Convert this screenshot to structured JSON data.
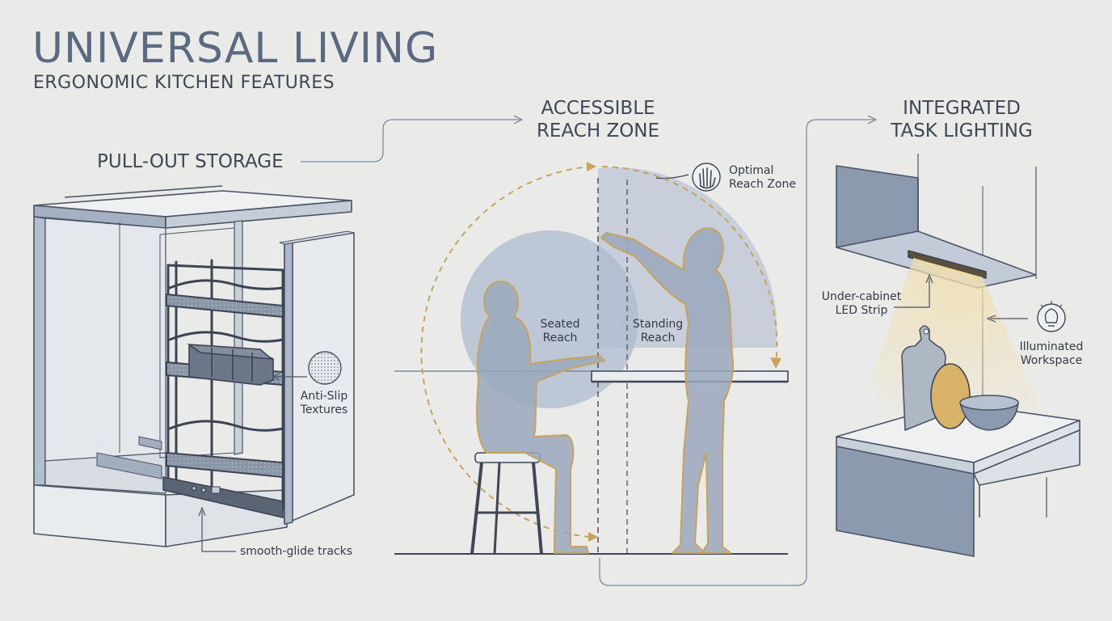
{
  "header": {
    "title": "UNIVERSAL LIVING",
    "subtitle": "ERGONOMIC KITCHEN FEATURES"
  },
  "sections": {
    "pull_out": {
      "heading": "PULL-OUT STORAGE",
      "anti_slip_line1": "Anti-Slip",
      "anti_slip_line2": "Textures",
      "tracks": "smooth-glide tracks"
    },
    "reach": {
      "heading_line1": "ACCESSIBLE",
      "heading_line2": "REACH ZONE",
      "optimal_line1": "Optimal",
      "optimal_line2": "Reach Zone",
      "seated_line1": "Seated",
      "seated_line2": "Reach",
      "standing_line1": "Standing",
      "standing_line2": "Reach"
    },
    "lighting": {
      "heading_line1": "INTEGRATED",
      "heading_line2": "TASK LIGHTING",
      "led_line1": "Under-cabinet",
      "led_line2": "LED Strip",
      "workspace_line1": "Illuminated",
      "workspace_line2": "Workspace"
    }
  },
  "icons": [
    "hand-icon",
    "lightbulb-icon",
    "texture-swatch-icon"
  ],
  "colors": {
    "background": "#eaebe9",
    "line": "#4a5466",
    "accent": "#c9a35a",
    "figure": "#9aa8bd",
    "zone": "#b7c2d1"
  }
}
